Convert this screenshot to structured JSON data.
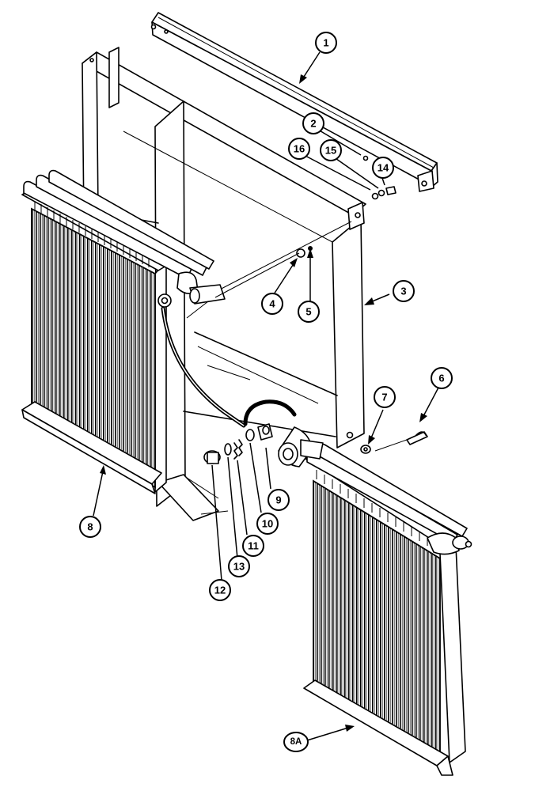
{
  "callouts": [
    {
      "id": "1",
      "label": "1"
    },
    {
      "id": "2",
      "label": "2"
    },
    {
      "id": "3",
      "label": "3"
    },
    {
      "id": "4",
      "label": "4"
    },
    {
      "id": "5",
      "label": "5"
    },
    {
      "id": "6",
      "label": "6"
    },
    {
      "id": "7",
      "label": "7"
    },
    {
      "id": "8",
      "label": "8"
    },
    {
      "id": "8A",
      "label": "8A"
    },
    {
      "id": "9",
      "label": "9"
    },
    {
      "id": "10",
      "label": "10"
    },
    {
      "id": "11",
      "label": "11"
    },
    {
      "id": "12",
      "label": "12"
    },
    {
      "id": "13",
      "label": "13"
    },
    {
      "id": "14",
      "label": "14"
    },
    {
      "id": "15",
      "label": "15"
    },
    {
      "id": "16",
      "label": "16"
    }
  ]
}
